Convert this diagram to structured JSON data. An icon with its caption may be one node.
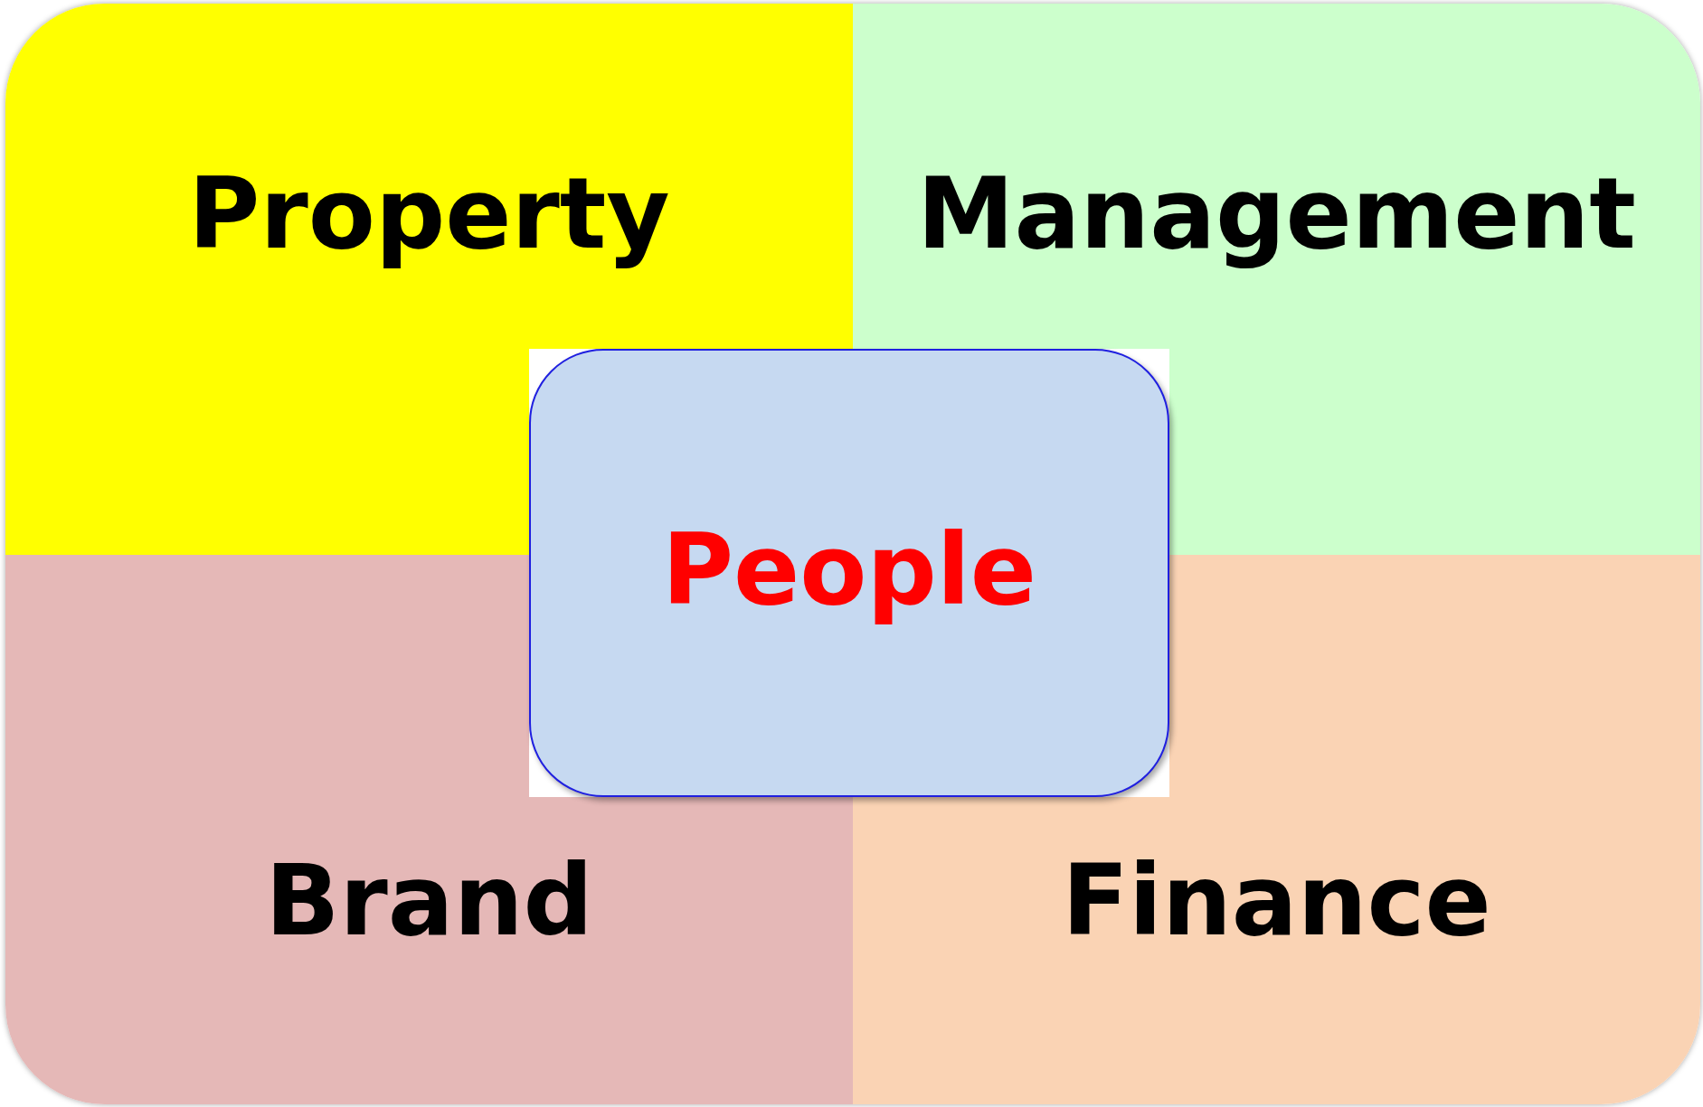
{
  "diagram": {
    "nodes": [
      {
        "text": [
          "Property"
        ]
      },
      {
        "text": [
          "Management"
        ]
      },
      {
        "text": [
          "People"
        ]
      },
      {
        "text": [
          "Brand"
        ]
      },
      {
        "text": [
          "Finance"
        ]
      }
    ]
  }
}
